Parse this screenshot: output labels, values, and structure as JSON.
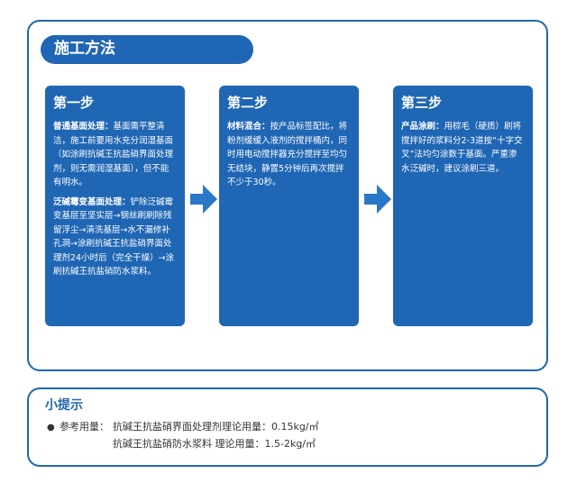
{
  "header": {
    "title": "施工方法"
  },
  "steps": [
    {
      "title": "第一步",
      "p1_label": "普通基面处理：",
      "p1_text": "基面需平整清洁，施工前要用水充分润湿基面（如涂刷抗碱王抗盐硝界面处理剂，则无需润湿基面），但不能有明水。",
      "p2_label": "泛碱霉变基面处理：",
      "p2_text": "铲除泛碱霉变基层至坚实层→钢丝刷刷除残留浮尘→清洗基层→水不漏修补孔洞→涂刷抗碱王抗盐硝界面处理剂24小时后（完全干燥）→涂刷抗碱王抗盐硝防水浆料。"
    },
    {
      "title": "第二步",
      "p1_label": "材料混合：",
      "p1_text": "按产品标签配比，将粉剂缓缓入液剂的搅拌桶内，同时用电动搅拌器充分搅拌至均匀无结块，静置5分钟后再次搅拌不少于30秒。"
    },
    {
      "title": "第三步",
      "p1_label": "产品涂刷：",
      "p1_text": "用棕毛（硬质）刷将搅拌好的浆料分2-3道按“十字交叉”法均匀涂数于基面。严重渗水泛碱时，建议涂刷三道。"
    }
  ],
  "tips": {
    "title": "小提示",
    "bullet": "●",
    "label": "参考用量：",
    "line1": "抗碱王抗盐硝界面处理剂理论用量：0.15kg/㎡",
    "line2": "抗碱王抗盐硝防水浆料 理论用量：1.5-2kg/㎡"
  },
  "colors": {
    "brand_blue": "#1f66b4",
    "arrow_blue": "#2a78c8"
  },
  "icons": [
    "arrow-right-icon",
    "arrow-right-icon"
  ]
}
